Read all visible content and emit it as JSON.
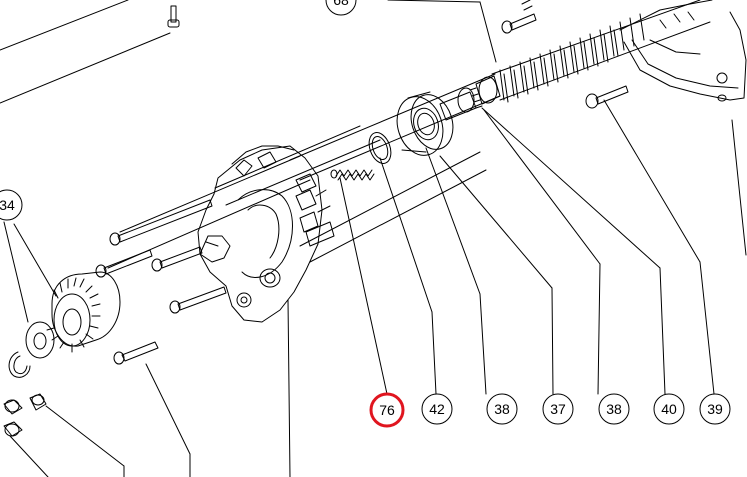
{
  "diagram": {
    "callouts": [
      {
        "id": "c68",
        "label": "68",
        "highlighted": false
      },
      {
        "id": "c34",
        "label": "34",
        "highlighted": false
      },
      {
        "id": "c76",
        "label": "76",
        "highlighted": true
      },
      {
        "id": "c42",
        "label": "42",
        "highlighted": false
      },
      {
        "id": "c38a",
        "label": "38",
        "highlighted": false
      },
      {
        "id": "c37",
        "label": "37",
        "highlighted": false
      },
      {
        "id": "c38b",
        "label": "38",
        "highlighted": false
      },
      {
        "id": "c40",
        "label": "40",
        "highlighted": false
      },
      {
        "id": "c39",
        "label": "39",
        "highlighted": false
      }
    ],
    "colors": {
      "line": "#000000",
      "highlight": "#e0151f",
      "background": "#ffffff"
    }
  }
}
